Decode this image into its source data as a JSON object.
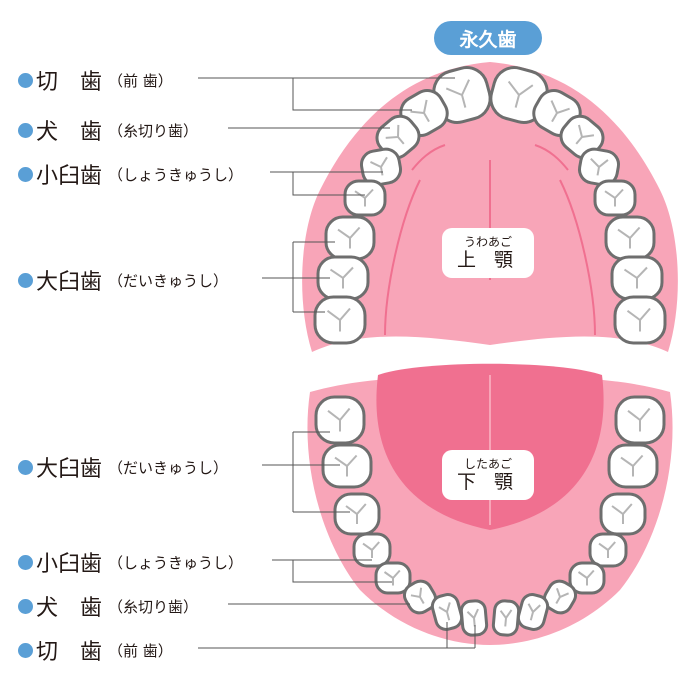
{
  "title": "永久歯",
  "upper_jaw": {
    "ruby": "うわあご",
    "label": "上 顎"
  },
  "lower_jaw": {
    "ruby": "したあご",
    "label": "下 顎"
  },
  "upper_labels": [
    {
      "main": "切　歯",
      "sub": "（前 歯）"
    },
    {
      "main": "犬　歯",
      "sub": "（糸切り歯）"
    },
    {
      "main": "小臼歯",
      "sub": "（しょうきゅうし）"
    },
    {
      "main": "大臼歯",
      "sub": "（だいきゅうし）"
    }
  ],
  "lower_labels": [
    {
      "main": "大臼歯",
      "sub": "（だいきゅうし）"
    },
    {
      "main": "小臼歯",
      "sub": "（しょうきゅうし）"
    },
    {
      "main": "犬　歯",
      "sub": "（糸切り歯）"
    },
    {
      "main": "切　歯",
      "sub": "（前 歯）"
    }
  ],
  "colors": {
    "accent": "#5a9fd6",
    "gum": "#f8a5b8",
    "tongue": "#f07090",
    "tooth_outline": "#6e6e6e"
  }
}
